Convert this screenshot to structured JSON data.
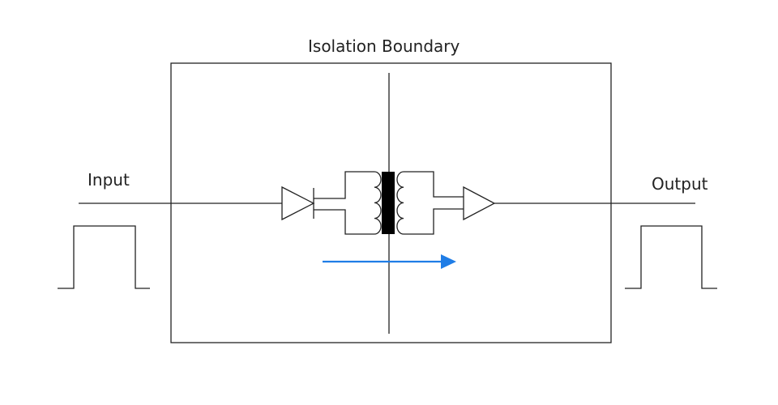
{
  "labels": {
    "boundary": "Isolation Boundary",
    "input": "Input",
    "output": "Output"
  },
  "colors": {
    "line": "#222222",
    "barrier_core": "#000000",
    "signal_arrow": "#1f7de6",
    "background": "#ffffff"
  }
}
